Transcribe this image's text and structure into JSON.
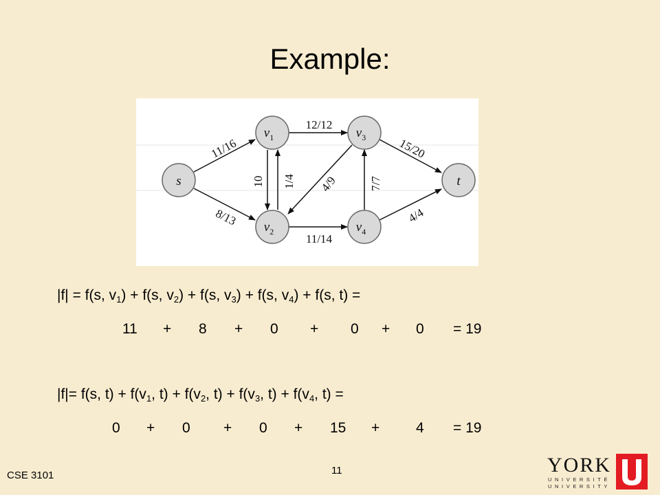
{
  "slide": {
    "title": "Example:",
    "footer_course": "CSE 3101",
    "page_number": "11"
  },
  "graph": {
    "nodes": {
      "s": "s",
      "v1": "v",
      "v1_sub": "1",
      "v2": "v",
      "v2_sub": "2",
      "v3": "v",
      "v3_sub": "3",
      "v4": "v",
      "v4_sub": "4",
      "t": "t"
    },
    "edges": [
      {
        "from": "s",
        "to": "v1",
        "label": "11/16"
      },
      {
        "from": "s",
        "to": "v2",
        "label": "8/13"
      },
      {
        "from": "v1",
        "to": "v3",
        "label": "12/12"
      },
      {
        "from": "v1",
        "to": "v2",
        "label": "10"
      },
      {
        "from": "v2",
        "to": "v1",
        "label": "1/4"
      },
      {
        "from": "v3",
        "to": "v2",
        "label": "4/9"
      },
      {
        "from": "v4",
        "to": "v3",
        "label": "7/7"
      },
      {
        "from": "v2",
        "to": "v4",
        "label": "11/14"
      },
      {
        "from": "v3",
        "to": "t",
        "label": "15/20"
      },
      {
        "from": "v4",
        "to": "t",
        "label": "4/4"
      }
    ]
  },
  "equations": {
    "line1": {
      "p1": "|f| = f(s, v",
      "s1": "1",
      "p2": ") + f(s, v",
      "s2": "2",
      "p3": ") + f(s, v",
      "s3": "3",
      "p4": ") + f(s, v",
      "s4": "4",
      "p5": ") + f(s, t) ="
    },
    "line2": [
      "11",
      "+",
      "8",
      "+",
      "0",
      "+",
      "0",
      "+",
      "0",
      "= 19"
    ],
    "line3": {
      "p1": "|f|= f(s, t) +  f(v",
      "s1": "1",
      "p2": ", t) + f(v",
      "s2": "2",
      "p3": ", t) + f(v",
      "s3": "3",
      "p4": ", t) +  f(v",
      "s4": "4",
      "p5": ", t) ="
    },
    "line4": [
      "0",
      "+",
      "0",
      "+",
      "0",
      "+",
      "15",
      "+",
      "4",
      "= 19"
    ]
  },
  "logo": {
    "name": "YORK",
    "line1": "UNIVERSITÉ",
    "line2": "UNIVERSITY",
    "colors": {
      "red": "#e31b23"
    }
  }
}
